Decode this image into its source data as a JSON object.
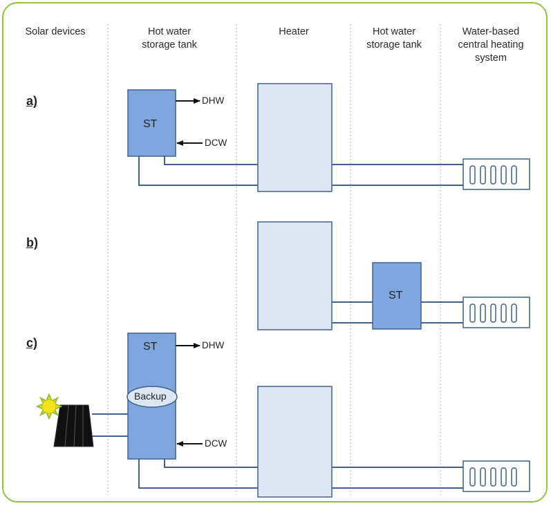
{
  "columns": [
    {
      "label": "Solar devices"
    },
    {
      "label": "Hot water\nstorage tank"
    },
    {
      "label": "Heater"
    },
    {
      "label": "Hot water\nstorage tank"
    },
    {
      "label": "Water-based\ncentral heating\nsystem"
    }
  ],
  "rows": {
    "a": {
      "label": "a)",
      "tank": "ST",
      "out": "DHW",
      "in": "DCW"
    },
    "b": {
      "label": "b)",
      "tank": "ST"
    },
    "c": {
      "label": "c)",
      "tank": "ST",
      "backup": "Backup",
      "out": "DHW",
      "in": "DCW"
    }
  },
  "colors": {
    "frame": "#8cc63f",
    "tank_fill": "#7fa6de",
    "heater_fill": "#dde7f4",
    "outline": "#41608a",
    "pipe": "#41608a",
    "column_divider": "#9fb2c8",
    "sun": "#f2e21c",
    "solar_panel": "#101010"
  },
  "icons": [
    "sun-icon",
    "solar-collector-icon",
    "radiator-icon",
    "arrow-right-icon",
    "arrow-left-icon"
  ]
}
